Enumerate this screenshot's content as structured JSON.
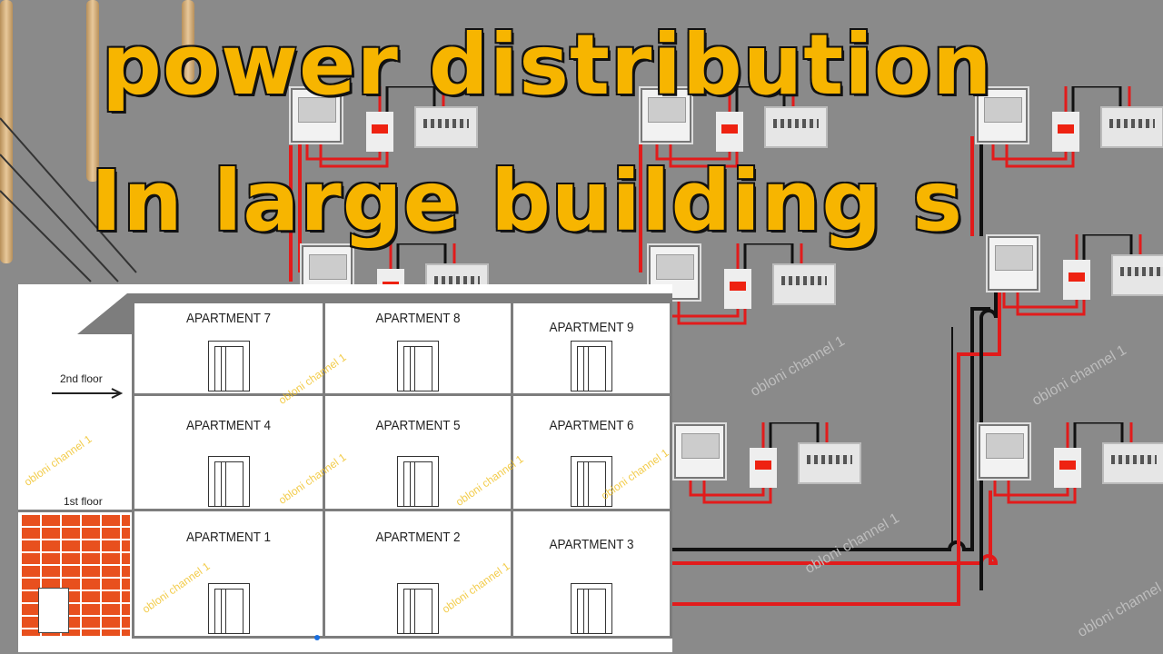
{
  "title": {
    "line1": "power distribution",
    "line2": "In large building s"
  },
  "colors": {
    "title_fill": "#f7b500",
    "title_outline": "#111111",
    "live_wire": "#e21b1b",
    "neutral_wire": "#111111",
    "background": "#8a8a8a"
  },
  "building": {
    "floor_labels": {
      "second": "2nd floor",
      "first": "1st floor"
    },
    "apartments": [
      "APARTMENT 7",
      "APARTMENT 8",
      "APARTMENT 9",
      "APARTMENT 4",
      "APARTMENT 5",
      "APARTMENT 6",
      "APARTMENT 1",
      "APARTMENT 2",
      "APARTMENT 3"
    ]
  },
  "watermark": "obloni channel 1",
  "components": {
    "icons": [
      "energy-meter-icon",
      "circuit-breaker-icon",
      "distribution-box-icon",
      "door-icon"
    ]
  }
}
